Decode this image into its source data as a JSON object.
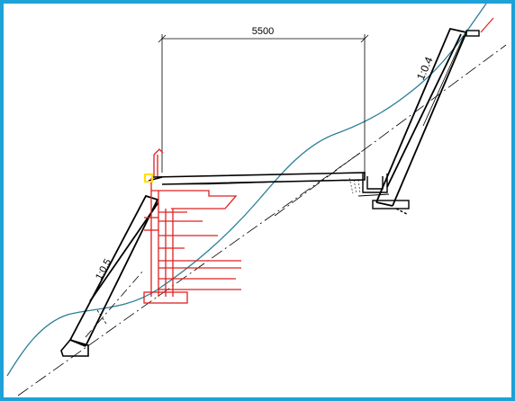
{
  "drawing": {
    "dimension_label": "5500",
    "left_slope_label": "1:0.5",
    "right_slope_label": "1:0.4"
  },
  "colors": {
    "frame_border": "#1da1d6",
    "ground_line": "#2a7f98",
    "structure_line": "#000000",
    "reinforcement": "#e02020",
    "marker_yellow": "#ffe000"
  }
}
